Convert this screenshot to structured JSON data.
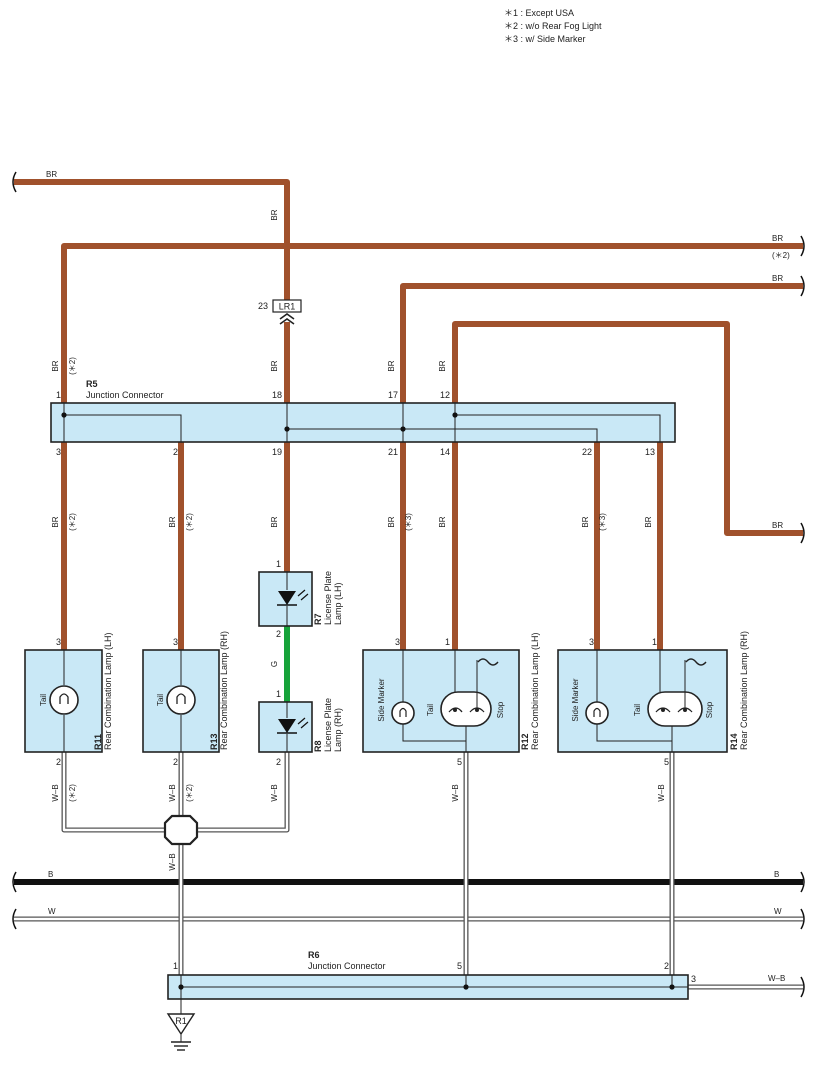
{
  "notes": [
    "＊1 : Except USA",
    "＊2 : w/o Rear Fog Light",
    "＊3 : w/ Side Marker"
  ],
  "wire_colors": {
    "BR": "#a0512c",
    "G": "#16a33a",
    "B": "#111111",
    "W_B": "#ffffff"
  },
  "labels": {
    "br": "BR",
    "g": "G",
    "b": "B",
    "w": "W",
    "wb": "W–B",
    "n2": "(＊2)",
    "n3": "(＊3)",
    "lr1": "LR1",
    "r1": "R1"
  },
  "connectors": {
    "r5": {
      "id": "R5",
      "name": "Junction Connector",
      "pins_top": [
        "1",
        "18",
        "17",
        "12"
      ],
      "pins_bottom": [
        "3",
        "2",
        "19",
        "21",
        "14",
        "22",
        "13"
      ]
    },
    "r6": {
      "id": "R6",
      "name": "Junction Connector",
      "pins": [
        "1",
        "5",
        "2",
        "3"
      ]
    },
    "lr1_pin": "23"
  },
  "components": {
    "r11": {
      "id": "R11",
      "name": "Rear Combination Lamp (LH)",
      "tail": "Tail",
      "pin_in": "3",
      "pin_out": "2"
    },
    "r13": {
      "id": "R13",
      "name": "Rear Combination Lamp (RH)",
      "tail": "Tail",
      "pin_in": "3",
      "pin_out": "2"
    },
    "r7": {
      "id": "R7",
      "name1": "License Plate",
      "name2": "Lamp (LH)",
      "pin_in": "1",
      "pin_out": "2"
    },
    "r8": {
      "id": "R8",
      "name1": "License Plate",
      "name2": "Lamp (RH)",
      "pin_in": "1",
      "pin_out": "2"
    },
    "r12": {
      "id": "R12",
      "name": "Rear Combination Lamp (LH)",
      "side_marker": "Side Marker",
      "tail": "Tail",
      "stop": "Stop",
      "pin_a": "3",
      "pin_b": "1",
      "pin_out": "5"
    },
    "r14": {
      "id": "R14",
      "name": "Rear Combination Lamp (RH)",
      "side_marker": "Side Marker",
      "tail": "Tail",
      "stop": "Stop",
      "pin_a": "3",
      "pin_b": "1",
      "pin_out": "5"
    }
  }
}
